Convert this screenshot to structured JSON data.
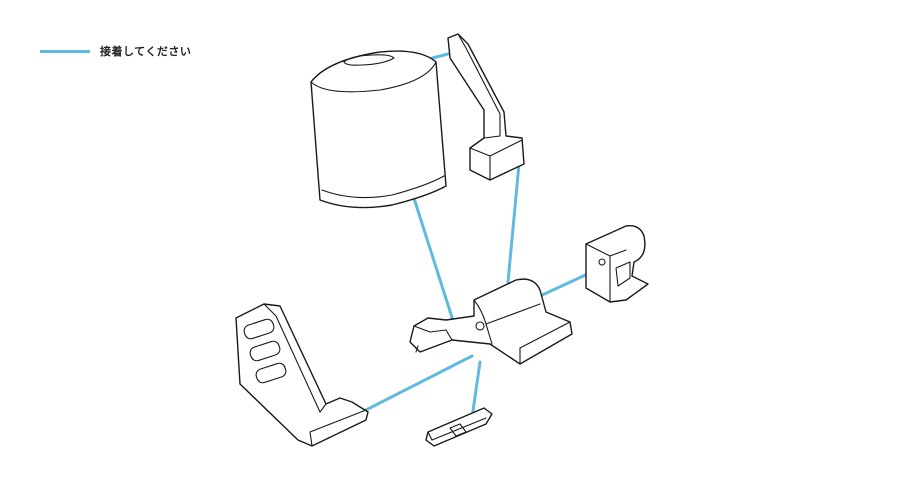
{
  "legend": {
    "label": "接着してください",
    "color": "#62b9e0"
  },
  "parts": [
    {
      "id": "cylinder-head",
      "icon": "cylinder-part-icon"
    },
    {
      "id": "long-arm-bracket",
      "icon": "bracket-part-icon"
    },
    {
      "id": "small-hook-block",
      "icon": "hook-block-part-icon"
    },
    {
      "id": "central-hinge-joint",
      "icon": "hinge-part-icon"
    },
    {
      "id": "ribbed-grip-panel",
      "icon": "grip-panel-part-icon"
    },
    {
      "id": "small-foot-plate",
      "icon": "foot-plate-part-icon"
    }
  ],
  "glue_connections": [
    {
      "from": "cylinder-head",
      "to": "long-arm-bracket"
    },
    {
      "from": "cylinder-head",
      "to": "central-hinge-joint"
    },
    {
      "from": "long-arm-bracket",
      "to": "central-hinge-joint"
    },
    {
      "from": "small-hook-block",
      "to": "central-hinge-joint"
    },
    {
      "from": "ribbed-grip-panel",
      "to": "central-hinge-joint"
    },
    {
      "from": "small-foot-plate",
      "to": "central-hinge-joint"
    }
  ]
}
